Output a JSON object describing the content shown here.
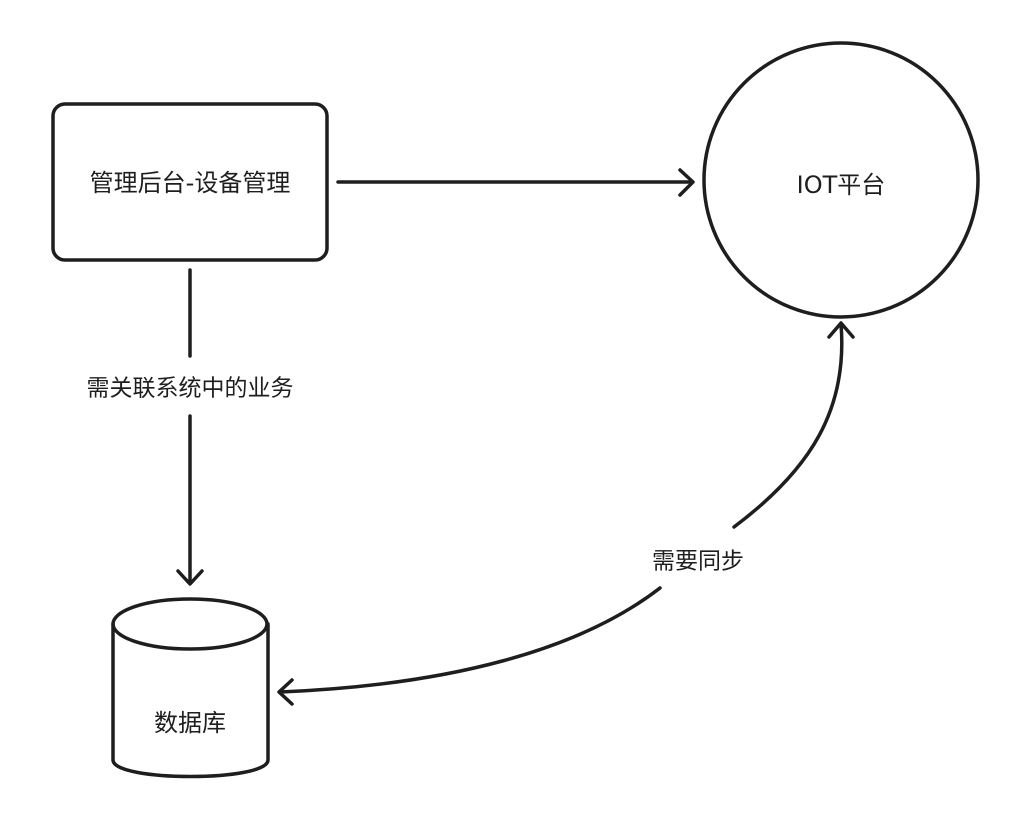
{
  "nodes": {
    "admin": {
      "label": "管理后台-设备管理",
      "shape": "rounded-rectangle",
      "fill": "#edf2fe"
    },
    "iot": {
      "label": "IOT平台",
      "shape": "circle",
      "fill": "#e9e1fd"
    },
    "db": {
      "label": "数据库",
      "shape": "cylinder",
      "fill": "#e0f6e6"
    }
  },
  "edges": {
    "admin_to_iot": {
      "from": "admin",
      "to": "iot",
      "label": ""
    },
    "admin_to_db": {
      "from": "admin",
      "to": "db",
      "label": "需关联系统中的业务"
    },
    "iot_db_sync": {
      "from": "iot",
      "to": "db",
      "label": "需要同步",
      "bidirectional": true
    }
  },
  "colors": {
    "stroke": "#1e1e1e",
    "background": "#ffffff"
  }
}
